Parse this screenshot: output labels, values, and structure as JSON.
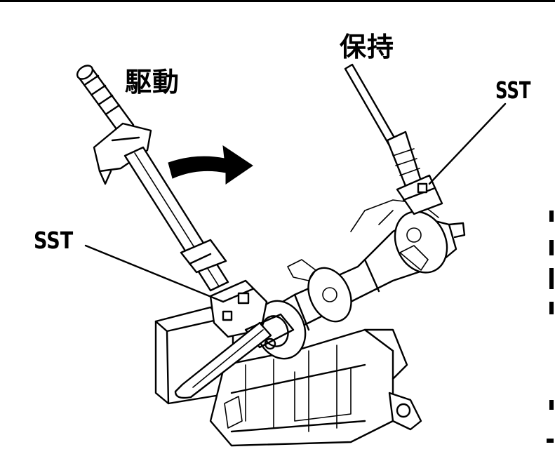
{
  "labels": {
    "drive": "駆動",
    "hold": "保持",
    "sst_right": "SST",
    "sst_left": "SST"
  },
  "icons": {
    "arrow": "curved-arrow-right-icon",
    "torque_wrench": "torque-wrench-icon",
    "holding_bar": "holding-bar-icon",
    "steering_gear": "steering-gear-assembly-icon",
    "vise": "bench-vise-icon"
  },
  "colors": {
    "ink": "#000000",
    "paper": "#ffffff"
  }
}
